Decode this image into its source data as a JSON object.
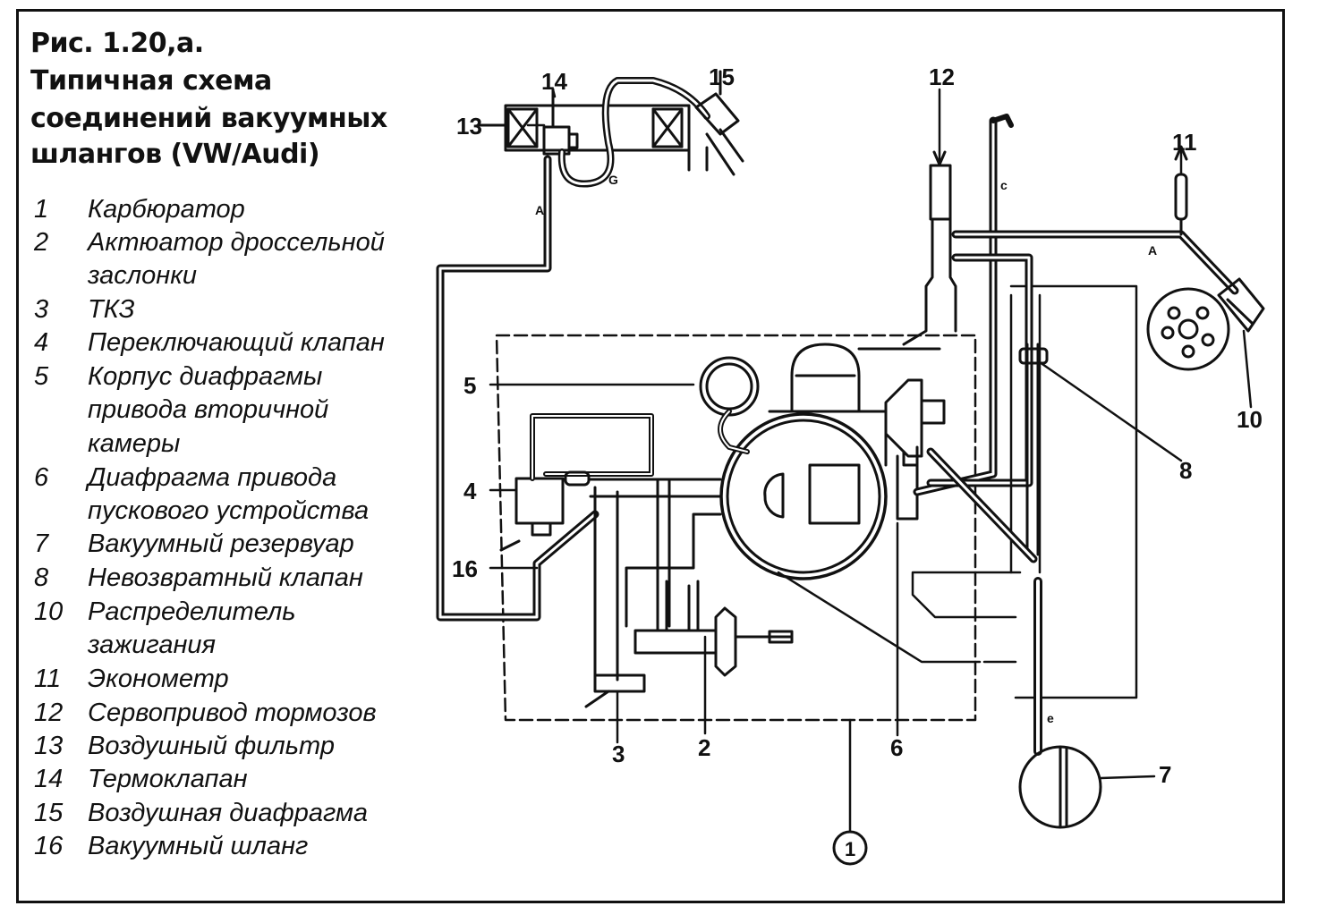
{
  "caption": {
    "line1": "Рис. 1.20,а.",
    "line2": "Типичная схема",
    "line3": "соединений вакуумных",
    "line4": "шлангов  (VW/Audi)"
  },
  "legend": [
    {
      "num": "1",
      "text": "Карбюратор",
      "text2": ""
    },
    {
      "num": "2",
      "text": "Актюатор дроссельной",
      "text2": "заслонки"
    },
    {
      "num": "3",
      "text": "ТКЗ",
      "text2": ""
    },
    {
      "num": "4",
      "text": "Переключающий клапан",
      "text2": ""
    },
    {
      "num": "5",
      "text": "Корпус диафрагмы",
      "text2": "привода вторичной"
    },
    {
      "num": "",
      "text": "",
      "text2": "камеры"
    },
    {
      "num": "6",
      "text": "Диафрагма привода",
      "text2": "пускового устройства"
    },
    {
      "num": "7",
      "text": "Вакуумный резервуар",
      "text2": ""
    },
    {
      "num": "8",
      "text": "Невозвратный клапан",
      "text2": ""
    },
    {
      "num": "10",
      "text": "Распределитель",
      "text2": "зажигания"
    },
    {
      "num": "11",
      "text": "Эконометр",
      "text2": ""
    },
    {
      "num": "12",
      "text": "Сервопривод тормозов",
      "text2": ""
    },
    {
      "num": "13",
      "text": "Воздушный фильтр",
      "text2": ""
    },
    {
      "num": "14",
      "text": "Термоклапан",
      "text2": ""
    },
    {
      "num": "15",
      "text": "Воздушная диафрагма",
      "text2": ""
    },
    {
      "num": "16",
      "text": "Вакуумный шланг",
      "text2": ""
    }
  ],
  "callouts": {
    "c1": "1",
    "c2": "2",
    "c3": "3",
    "c4": "4",
    "c5": "5",
    "c6": "6",
    "c7": "7",
    "c8": "8",
    "c10": "10",
    "c11": "11",
    "c12": "12",
    "c13": "13",
    "c14": "14",
    "c15": "15",
    "c16": "16"
  },
  "hose_marks": {
    "a": "A",
    "c": "c",
    "g": "G",
    "e": "e"
  }
}
